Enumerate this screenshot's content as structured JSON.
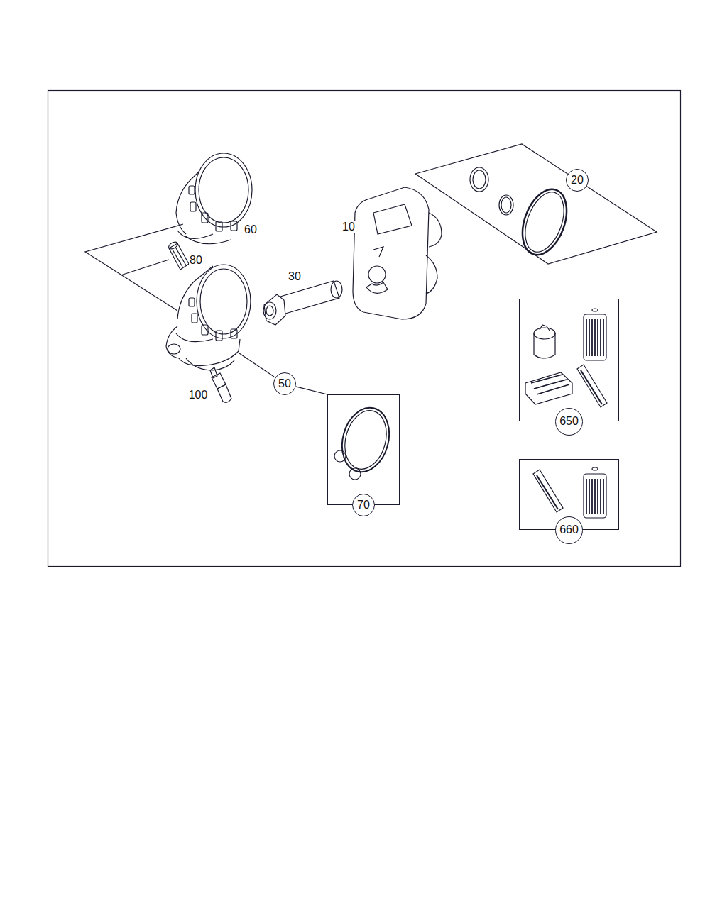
{
  "diagram": {
    "nodes": [
      {
        "text": [
          "20"
        ]
      },
      {
        "text": [
          "50"
        ]
      },
      {
        "text": [
          "70"
        ]
      },
      {
        "text": [
          "650"
        ]
      },
      {
        "text": [
          "660"
        ]
      }
    ],
    "edges": [
      {
        "from": 1,
        "to": 2,
        "arrow": "none"
      }
    ],
    "labels": [
      "60",
      "80",
      "10",
      "30",
      "100"
    ]
  }
}
